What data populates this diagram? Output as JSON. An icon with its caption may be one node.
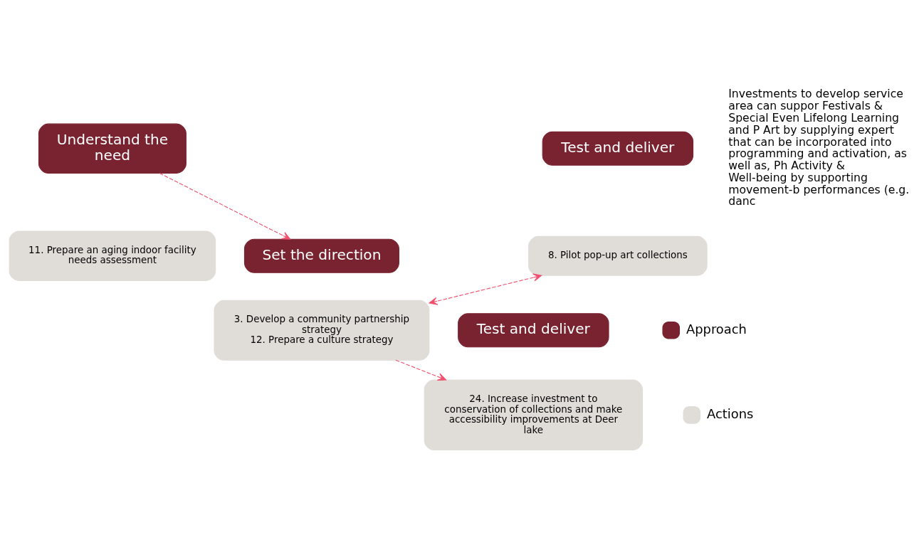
{
  "diagram": {
    "nodes": [
      {
        "text": [
          "Understand the need"
        ]
      },
      {
        "text": [
          "11. Prepare an aging indoor facility needs assessment"
        ]
      },
      {
        "text": [
          "Test and deliver"
        ]
      },
      {
        "text": [
          "8. Pilot pop-up art collections"
        ]
      },
      {
        "text": [
          "Set the direction"
        ]
      },
      {
        "text": [
          "3. Develop a community partnership strategy",
          "12. Prepare a culture strategy"
        ]
      },
      {
        "text": [
          "Test and deliver"
        ]
      },
      {
        "text": [
          "24. Increase investment to conservation of collections and make accessibility improvements at Deer lake"
        ]
      }
    ],
    "edges": [
      {
        "from": 0,
        "to": 4,
        "arrow": "to",
        "style": "dashed"
      },
      {
        "from": 3,
        "to": 5,
        "arrow": "both",
        "style": "dashed"
      },
      {
        "from": 5,
        "to": 7,
        "arrow": "to",
        "style": "dashed"
      }
    ],
    "labels": [
      "Investments to develop service area can suppor Festivals & Special Even Lifelong Learning and P Art by supplying expert that can be incorporated into programming and activation, as well as, Ph Activity & Well-being by supporting movement-b performances (e.g. danc"
    ],
    "legend": [
      {
        "text": "Approach",
        "color": "#7a2330"
      },
      {
        "text": "Actions",
        "color": "#e0ddd8"
      }
    ]
  }
}
